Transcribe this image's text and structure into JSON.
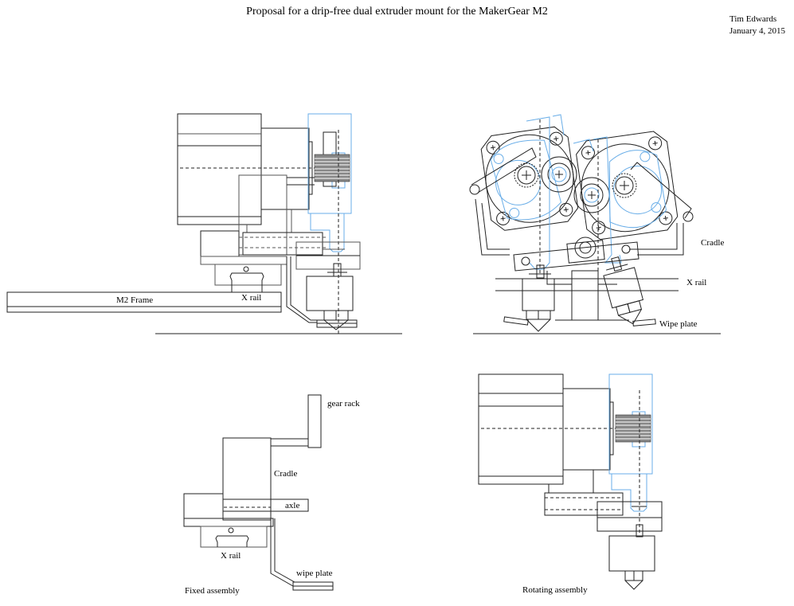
{
  "header": {
    "title": "Proposal for a drip-free dual extruder mount for the MakerGear M2",
    "author": "Tim Edwards",
    "date": "January 4, 2015"
  },
  "colors": {
    "line": "#222222",
    "blue": "#6aaee8",
    "background": "#ffffff"
  },
  "views": {
    "side_view": {
      "labels": {
        "frame": "M2 Frame",
        "rail": "X rail"
      }
    },
    "front_view": {
      "labels": {
        "cradle": "Cradle",
        "rail": "X rail",
        "wipe": "Wipe plate"
      }
    },
    "fixed_assembly": {
      "caption": "Fixed assembly",
      "labels": {
        "gear_rack": "gear rack",
        "cradle": "Cradle",
        "axle": "axle",
        "rail": "X rail",
        "wipe": "wipe plate"
      }
    },
    "rotating_assembly": {
      "caption": "Rotating assembly"
    }
  }
}
